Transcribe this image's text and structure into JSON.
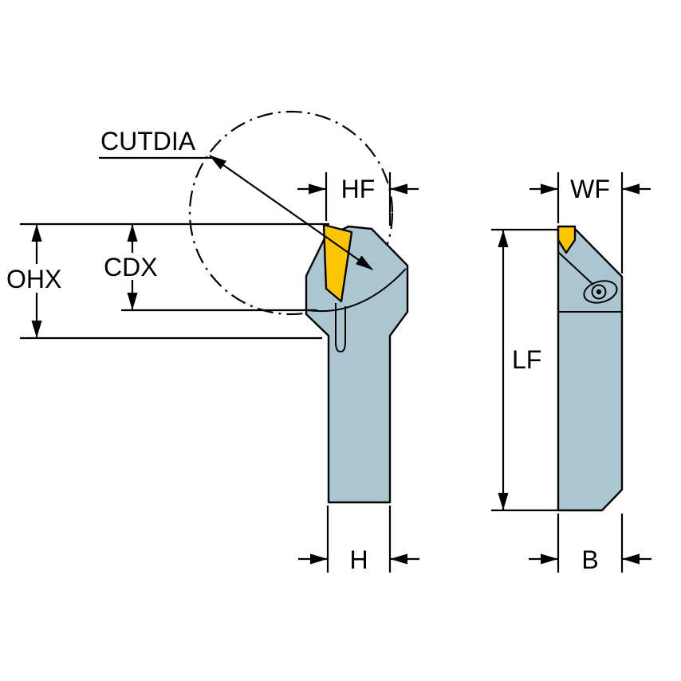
{
  "diagram": {
    "labels": {
      "cutdia": "CUTDIA",
      "hf": "HF",
      "wf": "WF",
      "ohx": "OHX",
      "cdx": "CDX",
      "lf": "LF",
      "h": "H",
      "b": "B"
    },
    "colors": {
      "body": "#abc5d1",
      "insert": "#fcc500",
      "outline": "#000000",
      "background": "#ffffff"
    }
  }
}
